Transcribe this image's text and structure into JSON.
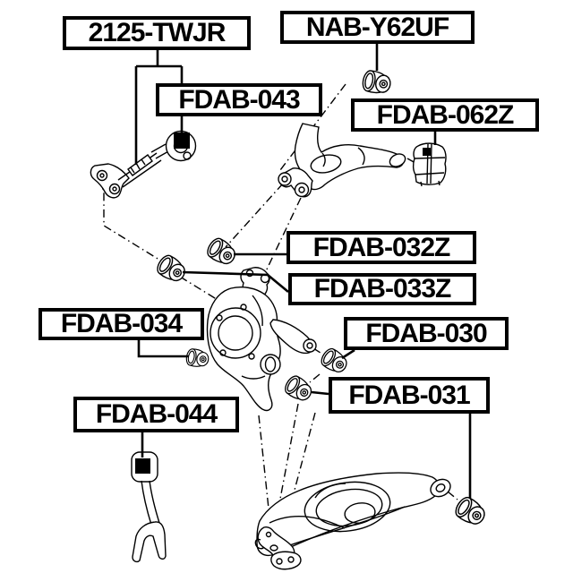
{
  "diagram": {
    "title": "rear suspension parts diagram",
    "background_color": "#ffffff",
    "line_color": "#000000",
    "labels": {
      "lateral_link": "2125-TWJR",
      "upper_arm_bushing": "NAB-Y62UF",
      "lateral_link_bushing": "FDAB-043",
      "stabilizer_bracket_bushing": "FDAB-062Z",
      "arm_bushing_032z": "FDAB-032Z",
      "arm_bushing_033z": "FDAB-033Z",
      "arm_bushing_034": "FDAB-034",
      "knuckle_bushing_030": "FDAB-030",
      "lower_arm_bushing_031": "FDAB-031",
      "stabilizer_link_bushing_044": "FDAB-044"
    }
  }
}
